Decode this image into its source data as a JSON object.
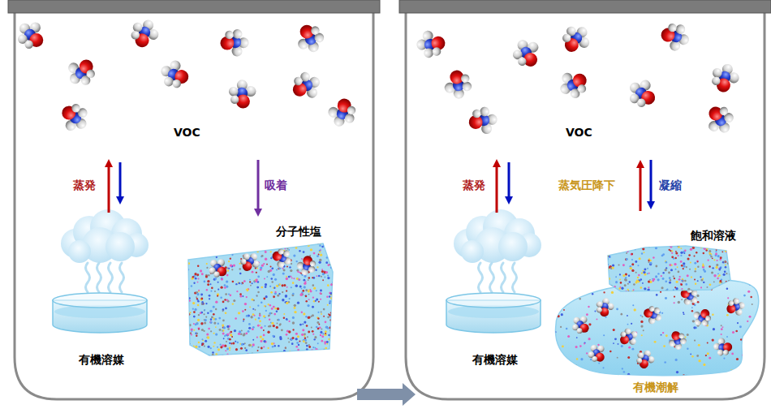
{
  "diagram": {
    "nodes": [
      {
        "text": [
          "有機溶媒"
        ]
      },
      {
        "text": [
          "分子性塩"
        ]
      },
      {
        "text": [
          "有機溶媒"
        ]
      },
      {
        "text": [
          "有機潮解"
        ]
      },
      {
        "text": [
          "飽和溶液"
        ]
      }
    ],
    "labels": [
      "VOC",
      "蒸発",
      "吸着",
      "VOC",
      "蒸発",
      "蒸気圧降下",
      "凝縮"
    ]
  }
}
